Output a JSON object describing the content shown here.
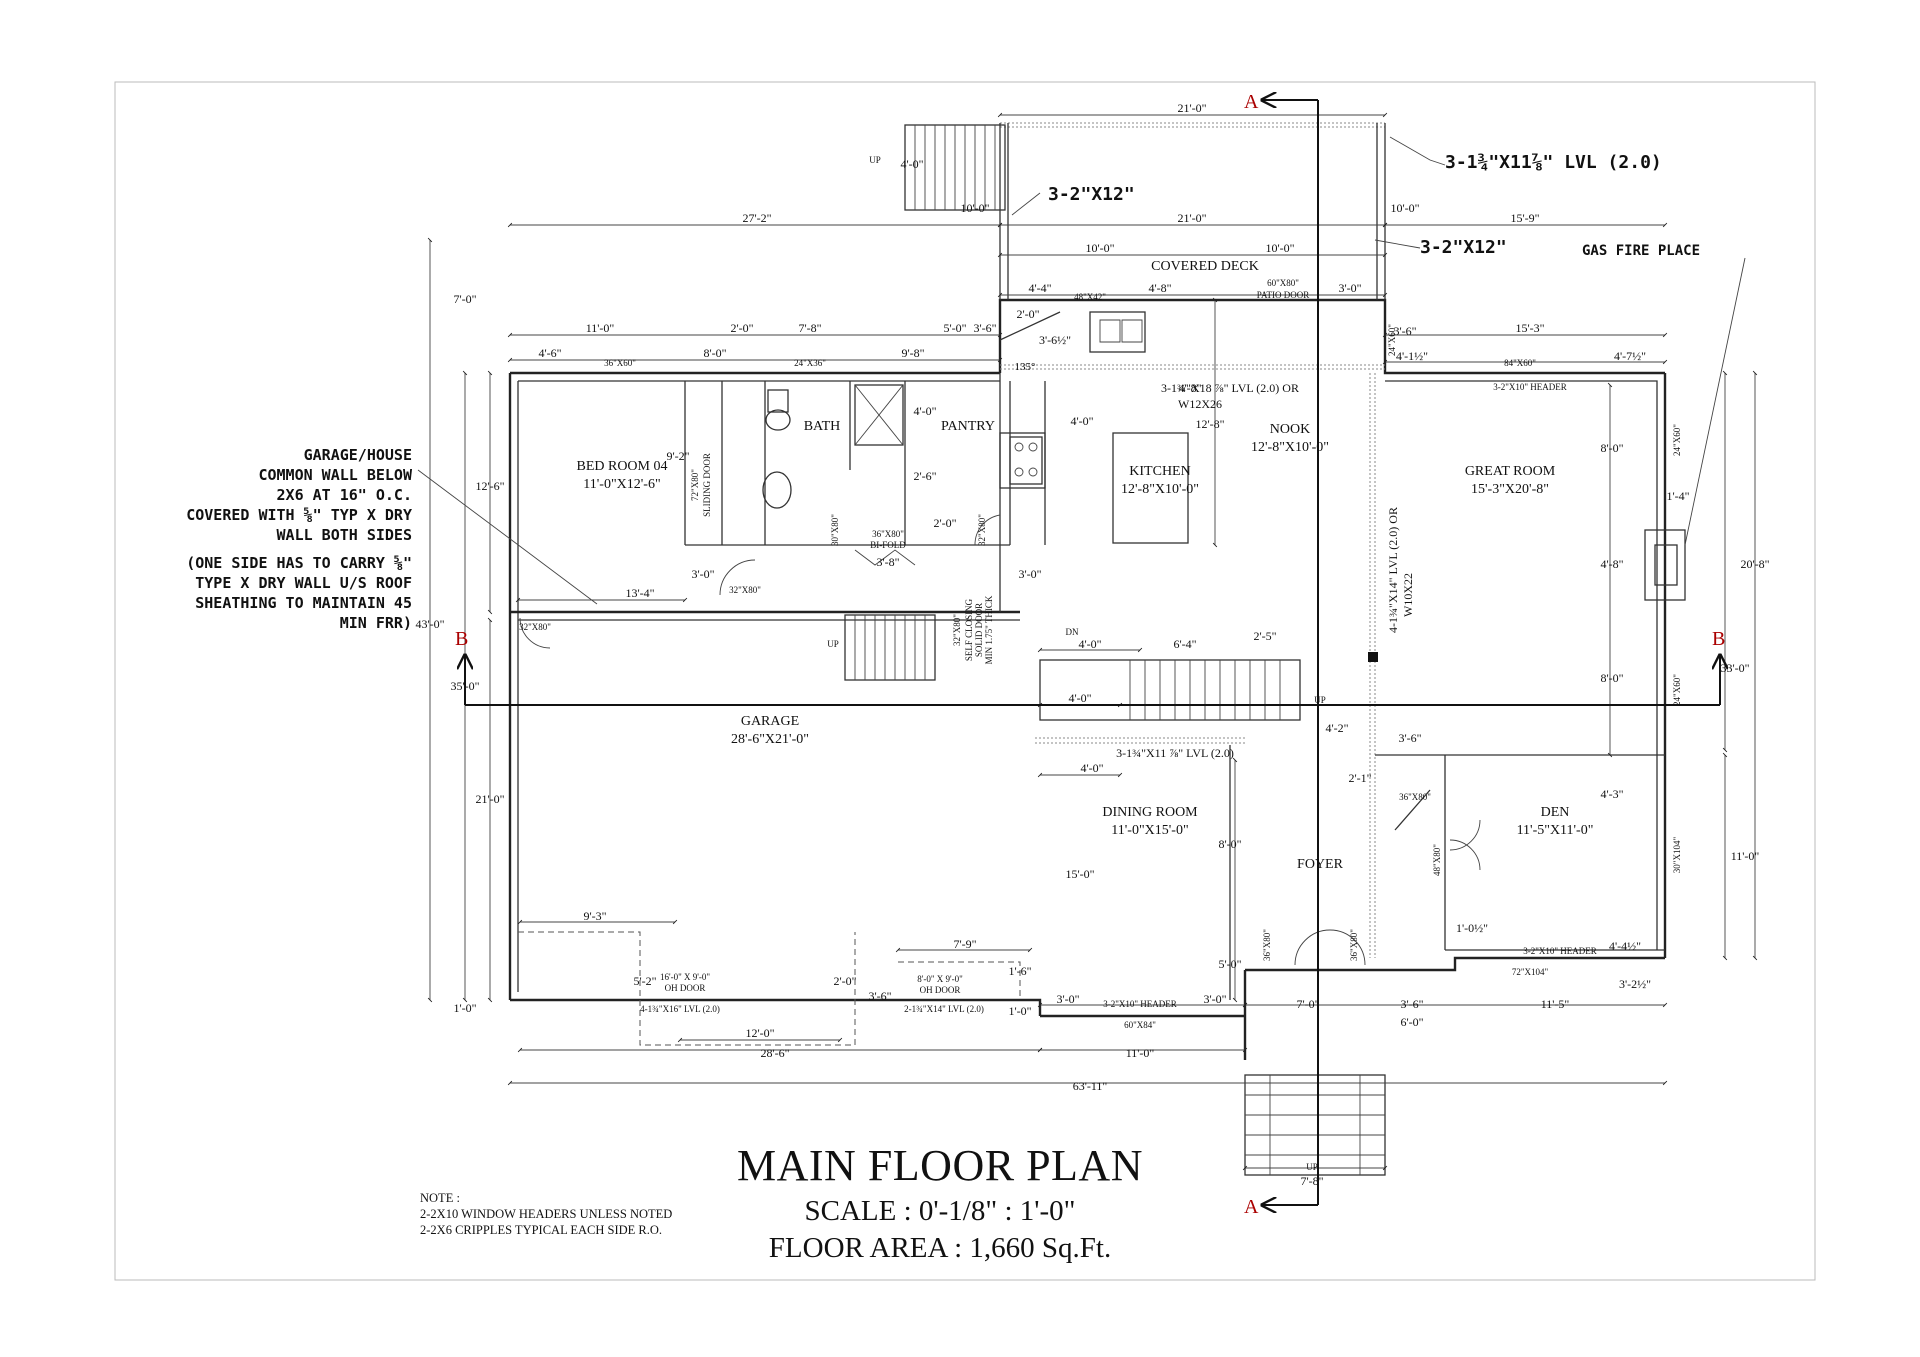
{
  "title": "MAIN FLOOR PLAN",
  "scale": "SCALE : 0'-1/8\" : 1'-0\"",
  "floor_area": "FLOOR AREA : 1,660 Sq.Ft.",
  "notes": {
    "heading": "NOTE :",
    "lines": [
      "2-2X10 WINDOW HEADERS UNLESS NOTED",
      "2-2X6 CRIPPLES TYPICAL EACH SIDE R.O."
    ]
  },
  "section_markers": {
    "a_top": "A",
    "a_bottom": "A",
    "b_left": "B",
    "b_right": "B"
  },
  "callouts": {
    "lvl_top": "3-1¾\"X11⅞\" LVL (2.0)",
    "beam_left": "3-2\"X12\"",
    "beam_right": "3-2\"X12\"",
    "fireplace": "GAS FIRE PLACE",
    "garage_wall": [
      "GARAGE/HOUSE",
      "COMMON WALL BELOW",
      "2X6 AT 16\" O.C.",
      "COVERED WITH ⅝\" TYP X DRY",
      "WALL BOTH SIDES",
      "(ONE SIDE HAS TO CARRY ⅝\"",
      "TYPE X DRY WALL U/S ROOF",
      "SHEATHING TO MAINTAIN 45",
      "MIN FRR)"
    ]
  },
  "rooms": {
    "covered_deck": {
      "name": "COVERED DECK"
    },
    "bedroom": {
      "name": "BED ROOM 04",
      "size": "11'-0\"X12'-6\""
    },
    "bath": {
      "name": "BATH"
    },
    "pantry": {
      "name": "PANTRY"
    },
    "kitchen": {
      "name": "KITCHEN",
      "size": "12'-8\"X10'-0\""
    },
    "nook": {
      "name": "NOOK",
      "size": "12'-8\"X10'-0\""
    },
    "great_room": {
      "name": "GREAT ROOM",
      "size": "15'-3\"X20'-8\""
    },
    "garage": {
      "name": "GARAGE",
      "size": "28'-6\"X21'-0\""
    },
    "dining_room": {
      "name": "DINING ROOM",
      "size": "11'-0\"X15'-0\""
    },
    "foyer": {
      "name": "FOYER"
    },
    "den": {
      "name": "DEN",
      "size": "11'-5\"X11'-0\""
    }
  },
  "labels": {
    "up_top": "UP",
    "up_garage": "UP",
    "up_stair": "UP",
    "up_front": "UP",
    "dn": "DN",
    "patio_door": [
      "60\"X80\"",
      "PATIO DOOR"
    ],
    "sliding_door": [
      "72\"X80\"",
      "SLIDING DOOR"
    ],
    "bifold": [
      "36\"X80\"",
      "BI-FOLD"
    ],
    "self_closing": [
      "32\"X80\"",
      "SELF CLOSING",
      "SOLID DOOR",
      "MIN 1.75\" THICK"
    ],
    "oh_door_left": [
      "16'-0\" X 9'-0\"",
      "OH DOOR"
    ],
    "oh_door_right": [
      "8'-0\" X 9'-0\"",
      "OH DOOR"
    ],
    "lvl_garage_left": "4-1¾\"X16\" LVL (2.0)",
    "lvl_garage_right": "2-1¾\"X14\" LVL (2.0)",
    "lvl_nook": [
      "3-1¾\"X18 ⅞\" LVL (2.0) OR",
      "W12X26"
    ],
    "lvl_vertical": [
      "4-1¾\"X14\" LVL (2.0) OR",
      "W10X22"
    ],
    "lvl_dining": "3-1¾\"X11 ⅞\" LVL (2.0)",
    "header_dining": "3-2\"X10\" HEADER",
    "header_den": "3-2\"X10\" HEADER",
    "header_great": "3-2\"X10\" HEADER",
    "win_bed": "36\"X60\"",
    "win_bath": "24\"X36\"",
    "win_kitchen": "48\"X42\"",
    "win_great": "84\"X60\"",
    "win_24x60_a": "24\"X60\"",
    "win_24x60_b": "24\"X60\"",
    "win_24x60_c": "24\"X60\"",
    "win_den_side": "30\"X104\"",
    "win_den_front": "72\"X104\"",
    "win_dining": "60\"X84\"",
    "door_32_bed": "32\"X80\"",
    "door_32_garage": "32\"X80\"",
    "door_30": "30\"X80\"",
    "door_32_pantry": "32\"X80\"",
    "door_36_den": "36\"X80\"",
    "door_48": "48\"X80\"",
    "door_36_front_a": "36\"X80\"",
    "door_36_front_b": "36\"X80\"",
    "angle": "135°"
  },
  "dimensions": {
    "d21_top": "21'-0\"",
    "d21_mid": "21'-0\"",
    "d27_2": "27'-2\"",
    "d15_9": "15'-9\"",
    "d10_a": "10'-0\"",
    "d10_b": "10'-0\"",
    "d10_c": "10'-0\"",
    "d10_d": "10'-0\"",
    "d4_0_stair": "4'-0\"",
    "d7_0": "7'-0\"",
    "d43_0": "43'-0\"",
    "d35_0": "35'-0\"",
    "d12_6": "12'-6\"",
    "d21_0_v": "21'-0\"",
    "d1_0_left": "1'-0\"",
    "d11_0_top": "11'-0\"",
    "d2_0_top": "2'-0\"",
    "d7_8_top": "7'-8\"",
    "d5_0": "5'-0\"",
    "d3_6_top": "3'-6\"",
    "d4_6": "4'-6\"",
    "d8_0_top": "8'-0\"",
    "d9_8": "9'-8\"",
    "d4_4": "4'-4\"",
    "d4_8_a": "4'-8\"",
    "d3_0_deck": "3'-0\"",
    "d2_0_k": "2'-0\"",
    "d3_6_half": "3'-6½\"",
    "d3_6_right": "3'-6\"",
    "d15_3": "15'-3\"",
    "d4_1": "4'-1½\"",
    "d4_7": "4'-7½\"",
    "d4_8_b": "4'-8\"",
    "d12_8": "12'-8\"",
    "d4_0_k": "4'-0\"",
    "d4_0_p": "4'-0\"",
    "d2_6": "2'-6\"",
    "d2_0_p": "2'-0\"",
    "d9_2": "9'-2\"",
    "d3_8": "3'-8\"",
    "d3_0_bed": "3'-0\"",
    "d3_0_pan": "3'-0\"",
    "d13_4": "13'-4\"",
    "d8_0_g1": "8'-0\"",
    "d1_4": "1'-4\"",
    "d4_8_g": "4'-8\"",
    "d8_0_g2": "8'-0\"",
    "d20_8": "20'-8\"",
    "d33_0": "33'-0\"",
    "d4_0_s1": "4'-0\"",
    "d6_4": "6'-4\"",
    "d2_5": "2'-5\"",
    "d4_0_s2": "4'-0\"",
    "d4_2": "4'-2\"",
    "d3_6_den": "3'-6\"",
    "d4_0_dn": "4'-0\"",
    "d2_1": "2'-1\"",
    "d4_3": "4'-3\"",
    "d8_0_dn": "8'-0\"",
    "d15_0": "15'-0\"",
    "d11_0_den": "11'-0\"",
    "d1_0_half": "1'-0½\"",
    "d4_4_half": "4'-4½\"",
    "d5_0_f": "5'-0\"",
    "d9_3": "9'-3\"",
    "d7_9": "7'-9\"",
    "d5_2": "5'-2\"",
    "d2_0_g": "2'-0\"",
    "d3_6_g": "3'-6\"",
    "d1_6": "1'-6\"",
    "d1_0_g": "1'-0\"",
    "d3_0_f1": "3'-0\"",
    "d3_0_f2": "3'-0\"",
    "d7_0_f": "7'-0\"",
    "d3_6_f": "3'-6\"",
    "d11_5": "11'-5\"",
    "d3_2": "3'-2½\"",
    "d6_0": "6'-0\"",
    "d12_0": "12'-0\"",
    "d28_6": "28'-6\"",
    "d11_0_bot": "11'-0\"",
    "d63_11": "63'-11\"",
    "d7_8_stair": "7'-8\""
  }
}
